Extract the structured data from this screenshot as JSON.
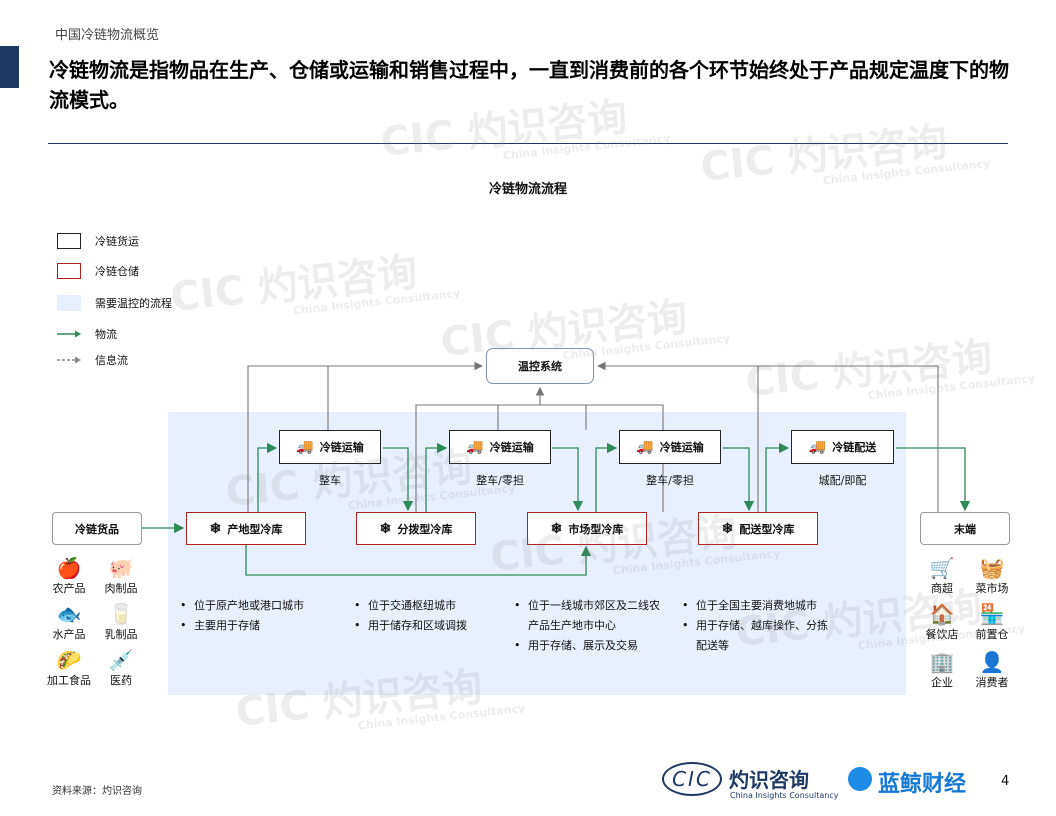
{
  "header": {
    "section_tag": "中国冷链物流概览",
    "headline": "冷链物流是指物品在生产、仓储或运输和销售过程中，一直到消费前的各个环节始终处于产品规定温度下的物流模式。"
  },
  "diagram": {
    "title": "冷链物流流程",
    "legend": [
      {
        "label": "冷链货运"
      },
      {
        "label": "冷链仓储"
      },
      {
        "label": "需要温控的流程"
      },
      {
        "label": "物流"
      },
      {
        "label": "信息流"
      }
    ],
    "control_system": "温控系统",
    "source_node": "冷链货品",
    "end_node": "末端",
    "transports": [
      {
        "label": "冷链运输",
        "sub": "整车"
      },
      {
        "label": "冷链运输",
        "sub": "整车/零担"
      },
      {
        "label": "冷链运输",
        "sub": "整车/零担"
      },
      {
        "label": "冷链配送",
        "sub": "城配/即配"
      }
    ],
    "warehouses": [
      {
        "label": "产地型冷库",
        "bullets": [
          "位于原产地或港口城市",
          "主要用于存储"
        ]
      },
      {
        "label": "分拨型冷库",
        "bullets": [
          "位于交通枢纽城市",
          "用于储存和区域调拨"
        ]
      },
      {
        "label": "市场型冷库",
        "bullets": [
          "位于一线城市郊区及二线农产品生产地市中心",
          "用于存储、展示及交易"
        ]
      },
      {
        "label": "配送型冷库",
        "bullets": [
          "位于全国主要消费地城市",
          "用于存储、越库操作、分拣配送等"
        ]
      }
    ],
    "products": [
      "农产品",
      "肉制品",
      "水产品",
      "乳制品",
      "加工食品",
      "医药"
    ],
    "endpoints": [
      "商超",
      "菜市场",
      "餐饮店",
      "前置仓",
      "企业",
      "消费者"
    ],
    "colors": {
      "freight_border": "#222222",
      "storage_border": "#b22222",
      "zone_fill": "#e8f0fd",
      "flow_arrow": "#2e8b57",
      "info_arrow": "#888888"
    }
  },
  "footer": {
    "source": "资料来源：灼识咨询",
    "cic_mark": "CIC",
    "cic_name": "灼识咨询",
    "cic_en": "China Insights Consultancy",
    "partner_name": "蓝鲸财经",
    "page_number": "4"
  },
  "watermark": {
    "main": "CIC 灼识咨询",
    "sub": "China Insights Consultancy"
  }
}
